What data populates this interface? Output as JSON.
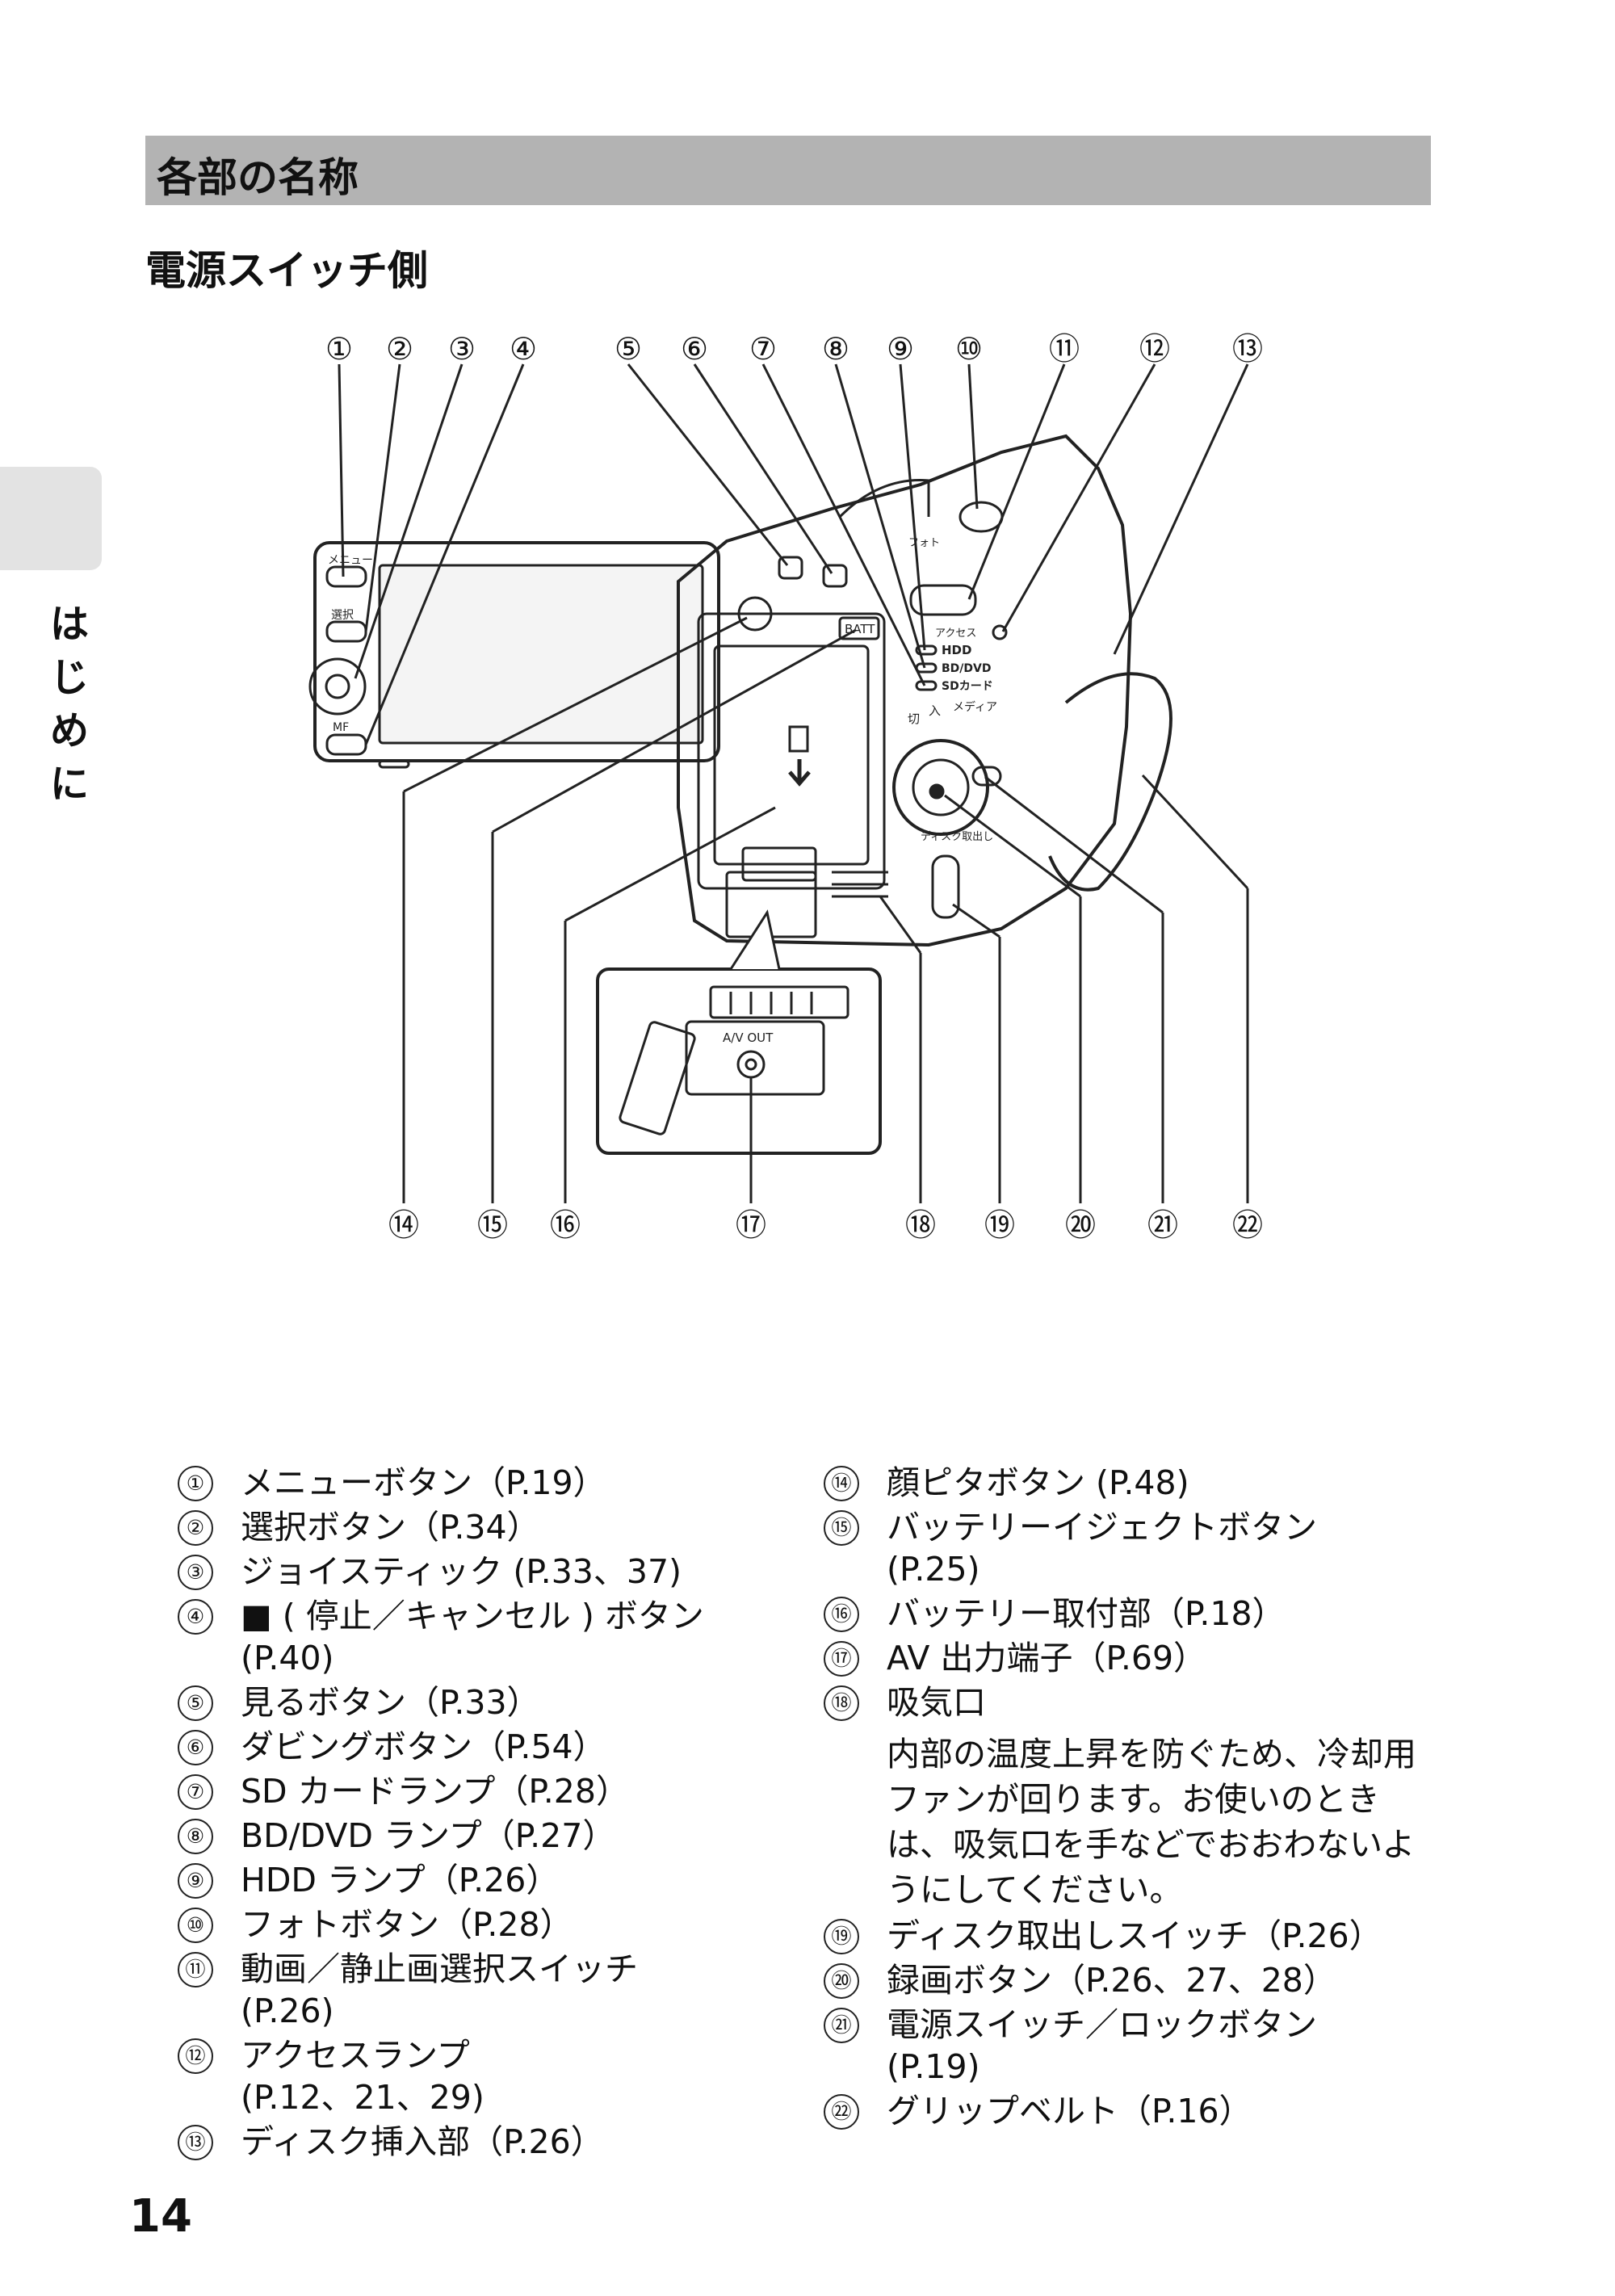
{
  "page": {
    "section_title": "各部の名称",
    "subheading": "電源スイッチ側",
    "side_label": [
      "は",
      "じ",
      "め",
      "に"
    ],
    "page_number": "14"
  },
  "diagram": {
    "callouts_top": [
      "①",
      "②",
      "③",
      "④",
      "⑤",
      "⑥",
      "⑦",
      "⑧",
      "⑨",
      "⑩",
      "⑪",
      "⑫",
      "⑬"
    ],
    "callouts_bottom": [
      "⑭",
      "⑮",
      "⑯",
      "⑰",
      "⑱",
      "⑲",
      "⑳",
      "㉑",
      "㉒"
    ],
    "panel_labels": {
      "menu": "メニュー",
      "select": "選択",
      "mf": "MF",
      "batt": "BATT",
      "hdd": "HDD",
      "bddvd": "BD/DVD",
      "sdcard": "SDカード",
      "access": "アクセス",
      "photo": "フォト",
      "power_off": "切",
      "power_on": "入",
      "media": "メディア",
      "disc_eject": "ディスク取出し",
      "av_out": "A/V OUT"
    }
  },
  "legend_left": [
    {
      "num": "①",
      "label": "メニューボタン（P.19）"
    },
    {
      "num": "②",
      "label": "選択ボタン（P.34）"
    },
    {
      "num": "③",
      "label": "ジョイスティック (P.33、37)"
    },
    {
      "num": "④",
      "label": "■ ( 停止／キャンセル ) ボタン",
      "ref": "(P.40)"
    },
    {
      "num": "⑤",
      "label": "見るボタン（P.33）"
    },
    {
      "num": "⑥",
      "label": "ダビングボタン（P.54）"
    },
    {
      "num": "⑦",
      "label": "SD カードランプ（P.28）"
    },
    {
      "num": "⑧",
      "label": "BD/DVD ランプ（P.27）"
    },
    {
      "num": "⑨",
      "label": "HDD ランプ（P.26）"
    },
    {
      "num": "⑩",
      "label": "フォトボタン（P.28）"
    },
    {
      "num": "⑪",
      "label": "動画／静止画選択スイッチ",
      "ref": "(P.26)"
    },
    {
      "num": "⑫",
      "label": "アクセスランプ",
      "ref": "(P.12、21、29)"
    },
    {
      "num": "⑬",
      "label": "ディスク挿入部（P.26）"
    }
  ],
  "legend_right": [
    {
      "num": "⑭",
      "label": "顔ピタボタン (P.48)"
    },
    {
      "num": "⑮",
      "label": "バッテリーイジェクトボタン",
      "ref": "(P.25)"
    },
    {
      "num": "⑯",
      "label": "バッテリー取付部（P.18）"
    },
    {
      "num": "⑰",
      "label": "AV 出力端子（P.69）"
    },
    {
      "num": "⑱",
      "label": "吸気口",
      "desc": "内部の温度上昇を防ぐため、冷却用ファンが回ります。お使いのときは、吸気口を手などでおおわないようにしてください。"
    },
    {
      "num": "⑲",
      "label": "ディスク取出しスイッチ（P.26）"
    },
    {
      "num": "⑳",
      "label": "録画ボタン（P.26、27、28）"
    },
    {
      "num": "㉑",
      "label": "電源スイッチ／ロックボタン",
      "ref": "(P.19)"
    },
    {
      "num": "㉒",
      "label": "グリップベルト（P.16）"
    }
  ]
}
